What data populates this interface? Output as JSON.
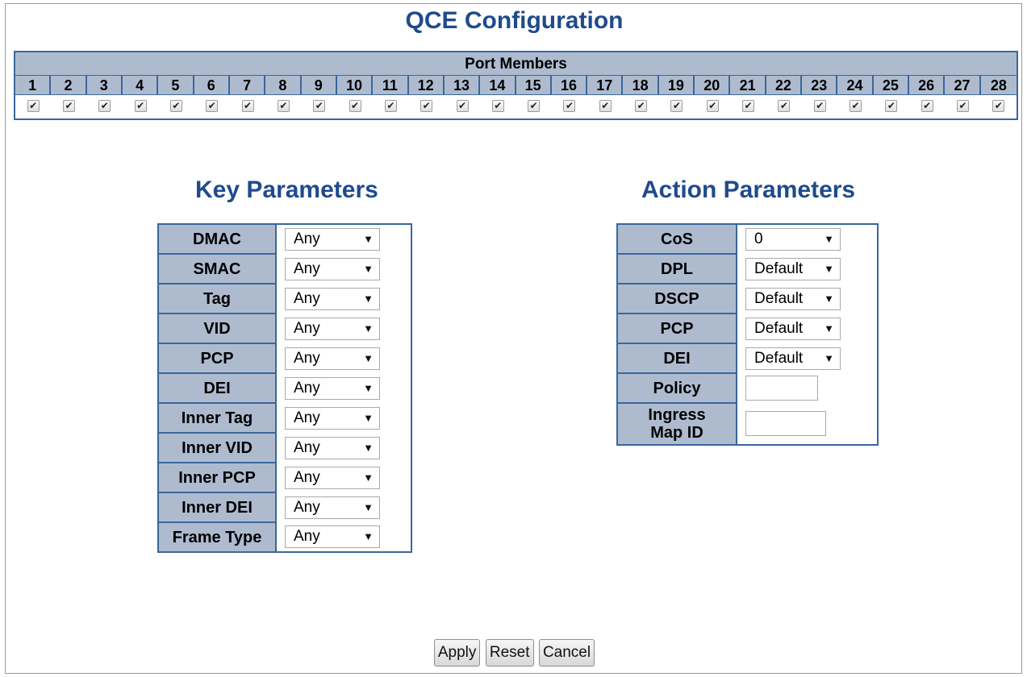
{
  "title": "QCE Configuration",
  "port_members": {
    "header": "Port Members",
    "ports": [
      "1",
      "2",
      "3",
      "4",
      "5",
      "6",
      "7",
      "8",
      "9",
      "10",
      "11",
      "12",
      "13",
      "14",
      "15",
      "16",
      "17",
      "18",
      "19",
      "20",
      "21",
      "22",
      "23",
      "24",
      "25",
      "26",
      "27",
      "28"
    ],
    "checked": [
      true,
      true,
      true,
      true,
      true,
      true,
      true,
      true,
      true,
      true,
      true,
      true,
      true,
      true,
      true,
      true,
      true,
      true,
      true,
      true,
      true,
      true,
      true,
      true,
      true,
      true,
      true,
      true
    ]
  },
  "key_parameters": {
    "title": "Key Parameters",
    "rows": [
      {
        "label": "DMAC",
        "value": "Any"
      },
      {
        "label": "SMAC",
        "value": "Any"
      },
      {
        "label": "Tag",
        "value": "Any"
      },
      {
        "label": "VID",
        "value": "Any"
      },
      {
        "label": "PCP",
        "value": "Any"
      },
      {
        "label": "DEI",
        "value": "Any"
      },
      {
        "label": "Inner Tag",
        "value": "Any"
      },
      {
        "label": "Inner VID",
        "value": "Any"
      },
      {
        "label": "Inner PCP",
        "value": "Any"
      },
      {
        "label": "Inner DEI",
        "value": "Any"
      },
      {
        "label": "Frame Type",
        "value": "Any"
      }
    ]
  },
  "action_parameters": {
    "title": "Action Parameters",
    "rows": [
      {
        "label": "CoS",
        "value": "0"
      },
      {
        "label": "DPL",
        "value": "Default"
      },
      {
        "label": "DSCP",
        "value": "Default"
      },
      {
        "label": "PCP",
        "value": "Default"
      },
      {
        "label": "DEI",
        "value": "Default"
      },
      {
        "label": "Policy",
        "value": ""
      },
      {
        "label": "Ingress Map ID",
        "value": ""
      }
    ]
  },
  "buttons": {
    "apply": "Apply",
    "reset": "Reset",
    "cancel": "Cancel"
  },
  "icons": {
    "checkmark": "✔",
    "dropdown_arrow": "▼"
  },
  "colors": {
    "title": "#1f4b8c",
    "header_bg": "#aebbcf",
    "border": "#39679b"
  }
}
